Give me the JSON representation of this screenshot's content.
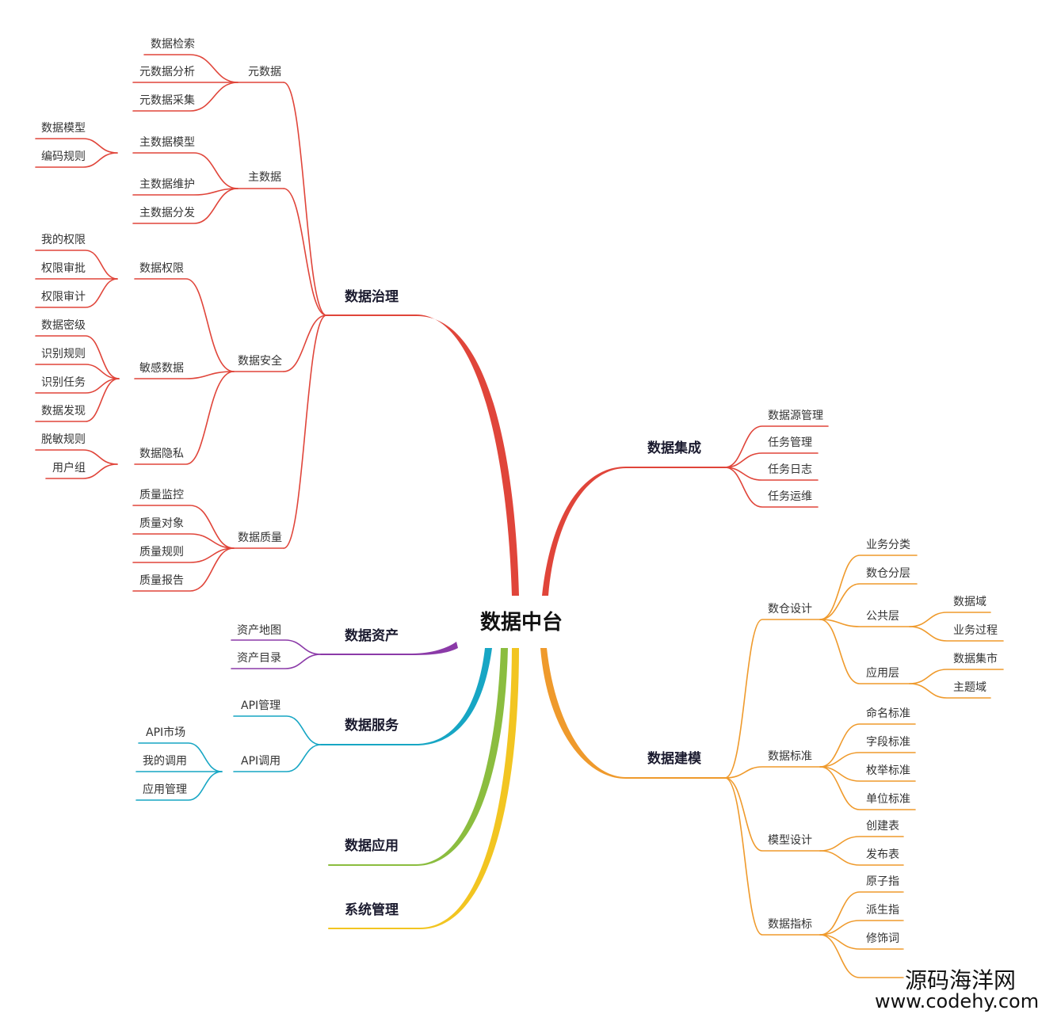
{
  "center": "数据中台",
  "colors": {
    "red": "#e0453a",
    "orange": "#ef9a2c",
    "purple": "#8b3aa8",
    "teal": "#17a6c4",
    "green": "#8bbd3f",
    "yellow": "#f2c521"
  },
  "branches": {
    "gov": "数据治理",
    "integ": "数据集成",
    "model": "数据建模",
    "asset": "数据资产",
    "service": "数据服务",
    "app": "数据应用",
    "sys": "系统管理"
  },
  "nodes": {
    "meta": "元数据",
    "meta_search": "数据检索",
    "meta_analysis": "元数据分析",
    "meta_collect": "元数据采集",
    "master": "主数据",
    "master_model": "主数据模型",
    "master_model_dm": "数据模型",
    "master_model_code": "编码规则",
    "master_maint": "主数据维护",
    "master_dist": "主数据分发",
    "security": "数据安全",
    "perm": "数据权限",
    "perm_mine": "我的权限",
    "perm_approve": "权限审批",
    "perm_audit": "权限审计",
    "sensitive": "敏感数据",
    "sens_level": "数据密级",
    "sens_rule": "识别规则",
    "sens_task": "识别任务",
    "sens_find": "数据发现",
    "privacy": "数据隐私",
    "priv_mask": "脱敏规则",
    "priv_group": "用户组",
    "quality": "数据质量",
    "q_monitor": "质量监控",
    "q_object": "质量对象",
    "q_rule": "质量规则",
    "q_report": "质量报告",
    "i_source": "数据源管理",
    "i_task": "任务管理",
    "i_log": "任务日志",
    "i_ops": "任务运维",
    "dw": "数仓设计",
    "dw_biz": "业务分类",
    "dw_layer": "数仓分层",
    "dw_public": "公共层",
    "dw_domain": "数据域",
    "dw_process": "业务过程",
    "dw_appl": "应用层",
    "dw_mart": "数据集市",
    "dw_subject": "主题域",
    "std": "数据标准",
    "std_name": "命名标准",
    "std_field": "字段标准",
    "std_enum": "枚举标准",
    "std_unit": "单位标准",
    "md": "模型设计",
    "md_create": "创建表",
    "md_publish": "发布表",
    "ind": "数据指标",
    "ind_atomic": "原子指",
    "ind_derived": "派生指",
    "ind_mod": "修饰词",
    "asset_map": "资产地图",
    "asset_catalog": "资产目录",
    "api_mgmt": "API管理",
    "api_call": "API调用",
    "api_market": "API市场",
    "api_mine": "我的调用",
    "api_app": "应用管理"
  },
  "watermark": {
    "line1": "源码海洋网",
    "line2": "www.codehy.com"
  }
}
